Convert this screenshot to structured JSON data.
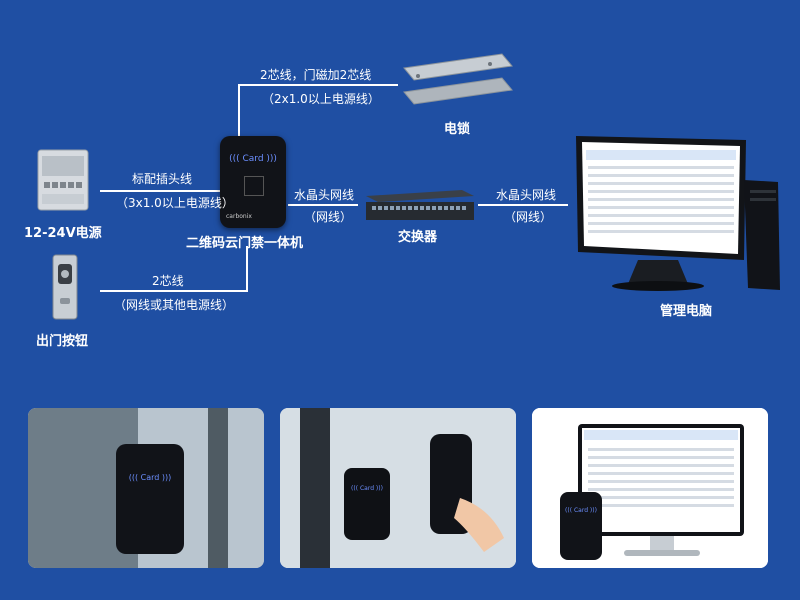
{
  "labels": {
    "power_supply": "12-24V电源",
    "exit_button": "出门按钮",
    "access_machine": "二维码云门禁一体机",
    "switch": "交换器",
    "lock": "电锁",
    "pc": "管理电脑"
  },
  "connections": {
    "power_to_reader": {
      "line1": "标配插头线",
      "line2": "（3x1.0以上电源线）"
    },
    "lock_to_reader": {
      "line1": "2芯线，门磁加2芯线",
      "line2": "（2x1.0以上电源线）"
    },
    "button_to_reader": {
      "line1": "2芯线",
      "line2": "（网线或其他电源线）"
    },
    "reader_to_switch": {
      "line1": "水晶头网线",
      "line2": "（网线）"
    },
    "switch_to_pc": {
      "line1": "水晶头网线",
      "line2": "（网线）"
    }
  },
  "device_text": {
    "reader_card": "((( Card )))",
    "reader_brand": "carbonix"
  },
  "colors": {
    "background": "#1f4fa3",
    "line": "#ffffff",
    "panel": "#ffffff"
  }
}
